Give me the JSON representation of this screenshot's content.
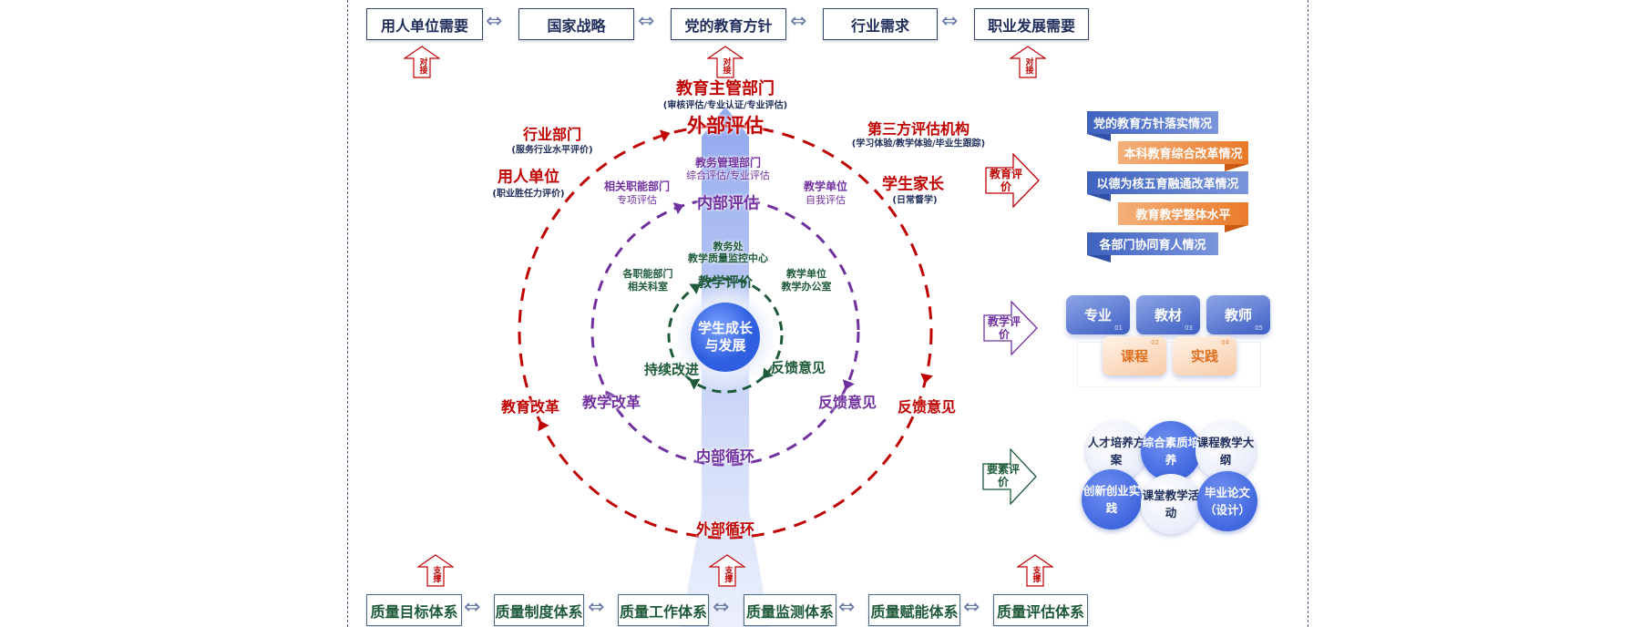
{
  "top_row": [
    "用人单位需要",
    "国家战略",
    "党的教育方针",
    "行业需求",
    "职业发展需要"
  ],
  "connect_label": "对接",
  "support_label": "支撑",
  "bottom_row": [
    "质量目标体系",
    "质量制度体系",
    "质量工作体系",
    "质量监测体系",
    "质量赋能体系",
    "质量评估体系"
  ],
  "outer": {
    "edu_dept": "教育主管部门",
    "edu_dept_sub": "(审核评估/专业认证/专业评估)",
    "eval": "外部评估",
    "industry": "行业部门",
    "industry_sub": "(服务行业水平评价)",
    "employer": "用人单位",
    "employer_sub": "(职业胜任力评价)",
    "third_party": "第三方评估机构",
    "third_party_sub": "(学习体验/教学体验/毕业生跟踪)",
    "parents": "学生家长",
    "parents_sub": "(日常督学)",
    "reform": "教育改革",
    "feedback": "反馈意见",
    "cycle": "外部循环"
  },
  "inner": {
    "admin": "教务管理部门",
    "admin_sub": "综合评估/专业评估",
    "related": "相关职能部门",
    "related_sub": "专项评估",
    "eval": "内部评估",
    "unit": "教学单位",
    "unit_sub": "自我评估",
    "reform": "教学改革",
    "feedback": "反馈意见",
    "cycle": "内部循环"
  },
  "core": {
    "office": "教务处",
    "office_sub": "教学质量监控中心",
    "depts": "各职能部门",
    "depts_sub": "相关科室",
    "unit": "教学单位",
    "unit_sub": "教学办公室",
    "eval": "教学评价",
    "improve": "持续改进",
    "feedback": "反馈意见",
    "center": "学生成长与发展"
  },
  "right": {
    "edu_eval": {
      "label": "教育评价",
      "items": [
        "党的教育方针落实情况",
        "本科教育综合改革情况",
        "以德为核五育融通改革情况",
        "教育教学整体水平",
        "各部门协同育人情况"
      ]
    },
    "teach_eval": {
      "label": "教学评价",
      "cards": [
        {
          "label": "专业",
          "num": "01"
        },
        {
          "label": "课程",
          "num": "02"
        },
        {
          "label": "教材",
          "num": "03"
        },
        {
          "label": "实践",
          "num": "04"
        },
        {
          "label": "教师",
          "num": "05"
        }
      ]
    },
    "element_eval": {
      "label": "要素评价",
      "bubbles": [
        "人才培养方案",
        "综合素质培养",
        "课程教学大纲",
        "创新创业实践",
        "课堂教学活动",
        "毕业论文（设计）"
      ]
    }
  },
  "colors": {
    "red": "#c00000",
    "purple": "#7030a0",
    "green": "#1e5a3a",
    "navy": "#1f2d5a",
    "blue": "#3f62c0",
    "orange": "#ea7a2a"
  }
}
